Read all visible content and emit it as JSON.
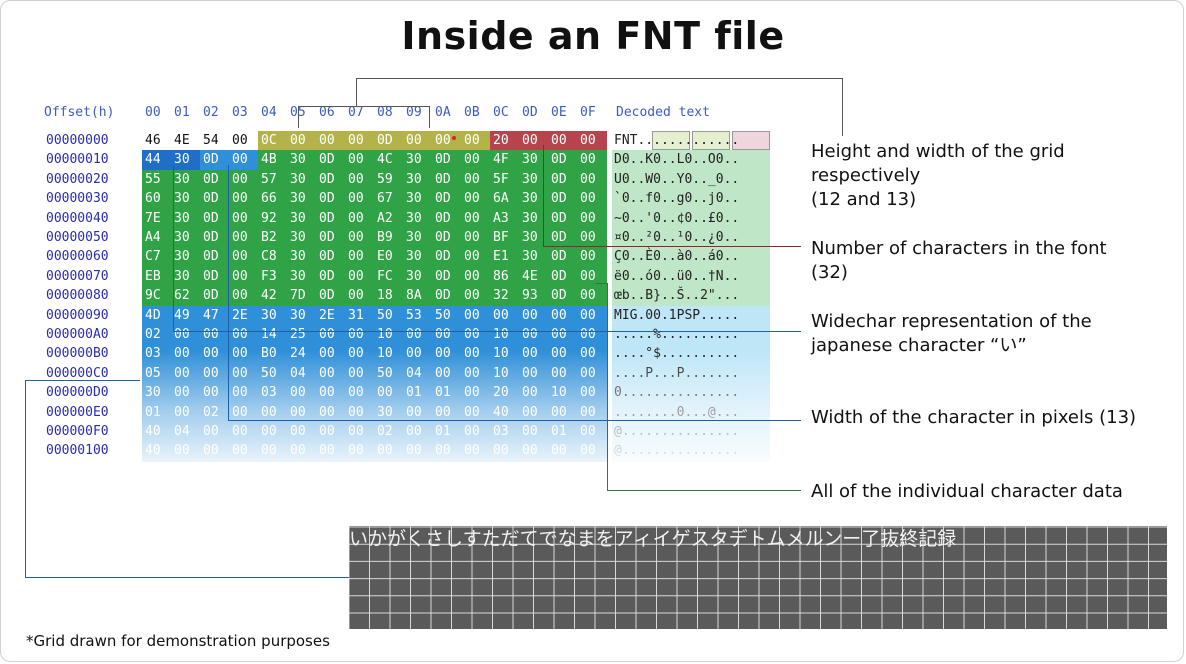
{
  "title": "Inside an FNT file",
  "header": {
    "offset_label": "Offset(h)",
    "columns": [
      "00",
      "01",
      "02",
      "03",
      "04",
      "05",
      "06",
      "07",
      "08",
      "09",
      "0A",
      "0B",
      "0C",
      "0D",
      "0E",
      "0F"
    ],
    "decoded_label": "Decoded text"
  },
  "rows": [
    {
      "offset": "00000000",
      "bytes": [
        "46",
        "4E",
        "54",
        "00",
        "0C",
        "00",
        "00",
        "00",
        "0D",
        "00",
        "00",
        "00",
        "20",
        "00",
        "00",
        "00"
      ],
      "decoded": "FNT............."
    },
    {
      "offset": "00000010",
      "bytes": [
        "44",
        "30",
        "0D",
        "00",
        "4B",
        "30",
        "0D",
        "00",
        "4C",
        "30",
        "0D",
        "00",
        "4F",
        "30",
        "0D",
        "00"
      ],
      "decoded": "D0..K0..L0..O0.."
    },
    {
      "offset": "00000020",
      "bytes": [
        "55",
        "30",
        "0D",
        "00",
        "57",
        "30",
        "0D",
        "00",
        "59",
        "30",
        "0D",
        "00",
        "5F",
        "30",
        "0D",
        "00"
      ],
      "decoded": "U0..W0..Y0.._0.."
    },
    {
      "offset": "00000030",
      "bytes": [
        "60",
        "30",
        "0D",
        "00",
        "66",
        "30",
        "0D",
        "00",
        "67",
        "30",
        "0D",
        "00",
        "6A",
        "30",
        "0D",
        "00"
      ],
      "decoded": "`0..f0..g0..j0.."
    },
    {
      "offset": "00000040",
      "bytes": [
        "7E",
        "30",
        "0D",
        "00",
        "92",
        "30",
        "0D",
        "00",
        "A2",
        "30",
        "0D",
        "00",
        "A3",
        "30",
        "0D",
        "00"
      ],
      "decoded": "~0..'0..¢0..£0.."
    },
    {
      "offset": "00000050",
      "bytes": [
        "A4",
        "30",
        "0D",
        "00",
        "B2",
        "30",
        "0D",
        "00",
        "B9",
        "30",
        "0D",
        "00",
        "BF",
        "30",
        "0D",
        "00"
      ],
      "decoded": "¤0..²0..¹0..¿0.."
    },
    {
      "offset": "00000060",
      "bytes": [
        "C7",
        "30",
        "0D",
        "00",
        "C8",
        "30",
        "0D",
        "00",
        "E0",
        "30",
        "0D",
        "00",
        "E1",
        "30",
        "0D",
        "00"
      ],
      "decoded": "Ç0..È0..à0..á0.."
    },
    {
      "offset": "00000070",
      "bytes": [
        "EB",
        "30",
        "0D",
        "00",
        "F3",
        "30",
        "0D",
        "00",
        "FC",
        "30",
        "0D",
        "00",
        "86",
        "4E",
        "0D",
        "00"
      ],
      "decoded": "ë0..ó0..ü0..†N.."
    },
    {
      "offset": "00000080",
      "bytes": [
        "9C",
        "62",
        "0D",
        "00",
        "42",
        "7D",
        "0D",
        "00",
        "18",
        "8A",
        "0D",
        "00",
        "32",
        "93",
        "0D",
        "00"
      ],
      "decoded": "œb..B}..Š..2\"..."
    },
    {
      "offset": "00000090",
      "bytes": [
        "4D",
        "49",
        "47",
        "2E",
        "30",
        "30",
        "2E",
        "31",
        "50",
        "53",
        "50",
        "00",
        "00",
        "00",
        "00",
        "00"
      ],
      "decoded": "MIG.00.1PSP....."
    },
    {
      "offset": "000000A0",
      "bytes": [
        "02",
        "00",
        "00",
        "00",
        "14",
        "25",
        "00",
        "00",
        "10",
        "00",
        "00",
        "00",
        "10",
        "00",
        "00",
        "00"
      ],
      "decoded": ".....%.........."
    },
    {
      "offset": "000000B0",
      "bytes": [
        "03",
        "00",
        "00",
        "00",
        "B0",
        "24",
        "00",
        "00",
        "10",
        "00",
        "00",
        "00",
        "10",
        "00",
        "00",
        "00"
      ],
      "decoded": "....°$.........."
    },
    {
      "offset": "000000C0",
      "bytes": [
        "05",
        "00",
        "00",
        "00",
        "50",
        "04",
        "00",
        "00",
        "50",
        "04",
        "00",
        "00",
        "10",
        "00",
        "00",
        "00"
      ],
      "decoded": "....P...P......."
    },
    {
      "offset": "000000D0",
      "bytes": [
        "30",
        "00",
        "00",
        "00",
        "03",
        "00",
        "00",
        "00",
        "00",
        "01",
        "01",
        "00",
        "20",
        "00",
        "10",
        "00"
      ],
      "decoded": "0..............."
    },
    {
      "offset": "000000E0",
      "bytes": [
        "01",
        "00",
        "02",
        "00",
        "00",
        "00",
        "00",
        "00",
        "30",
        "00",
        "00",
        "00",
        "40",
        "00",
        "00",
        "00"
      ],
      "decoded": "........0...@..."
    },
    {
      "offset": "000000F0",
      "bytes": [
        "40",
        "04",
        "00",
        "00",
        "00",
        "00",
        "00",
        "00",
        "02",
        "00",
        "01",
        "00",
        "03",
        "00",
        "01",
        "00"
      ],
      "decoded": "@..............."
    },
    {
      "offset": "00000100",
      "bytes": [
        "40",
        "00",
        "00",
        "00",
        "00",
        "00",
        "00",
        "00",
        "00",
        "00",
        "00",
        "00",
        "00",
        "00",
        "00",
        "00"
      ],
      "decoded": "@..............."
    }
  ],
  "annotations": [
    {
      "text": "Height and width of  the grid respectively\n(12 and 13)"
    },
    {
      "text": "Number of characters in the font\n(32)"
    },
    {
      "text": "Widechar representation of the japanese character “い”"
    },
    {
      "text": "Width of the character in pixels (13)"
    },
    {
      "text": "All of the individual character data"
    }
  ],
  "glyph_strip": "いかがくさしすただてでなまをアィイゲスタデトムメルンー了抜終記録",
  "footnote": "*Grid drawn for demonstration purposes",
  "colors": {
    "olive": "#b3b34a",
    "red": "#b5444c",
    "green": "#2fa346",
    "blue": "#2f8fd8",
    "blue_dark": "#1f6fc9",
    "light_blue": "#bfe6f7",
    "grid": "#5a5a5a"
  }
}
